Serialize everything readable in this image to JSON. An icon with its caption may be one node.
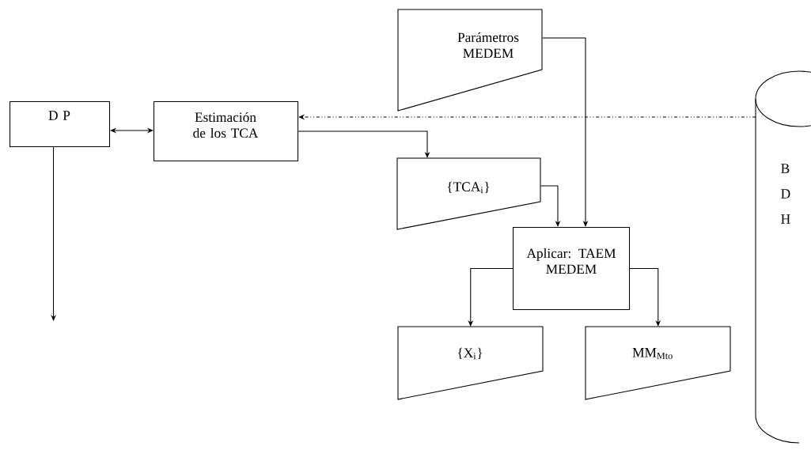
{
  "diagram": {
    "nodes": [
      {
        "text": [
          "D P"
        ]
      },
      {
        "text": [
          "Estimación de los TCA"
        ]
      },
      {
        "text": [
          "Parámetros MEDEM"
        ]
      },
      {
        "text": [
          "{TCA$_{i}$}"
        ]
      },
      {
        "text": [
          "Aplicar: TAEM MEDEM"
        ]
      },
      {
        "text": [
          "{X$_{i}$}"
        ]
      },
      {
        "text": [
          "MM$_{Mto}$"
        ]
      },
      {
        "text": [
          "B D H"
        ]
      }
    ],
    "edges": [
      {
        "from": 0,
        "to": 1,
        "arrow": "both"
      },
      {
        "from": 7,
        "to": 1,
        "arrow": "to",
        "style": "dashed"
      },
      {
        "from": 1,
        "to": 3,
        "arrow": "to"
      },
      {
        "from": 2,
        "to": 4,
        "arrow": "to"
      },
      {
        "from": 3,
        "to": 4,
        "arrow": "to"
      },
      {
        "from": 4,
        "to": 5,
        "arrow": "to"
      },
      {
        "from": 4,
        "to": 6,
        "arrow": "to"
      },
      {
        "from": 0,
        "to": null,
        "arrow": "to"
      }
    ]
  }
}
